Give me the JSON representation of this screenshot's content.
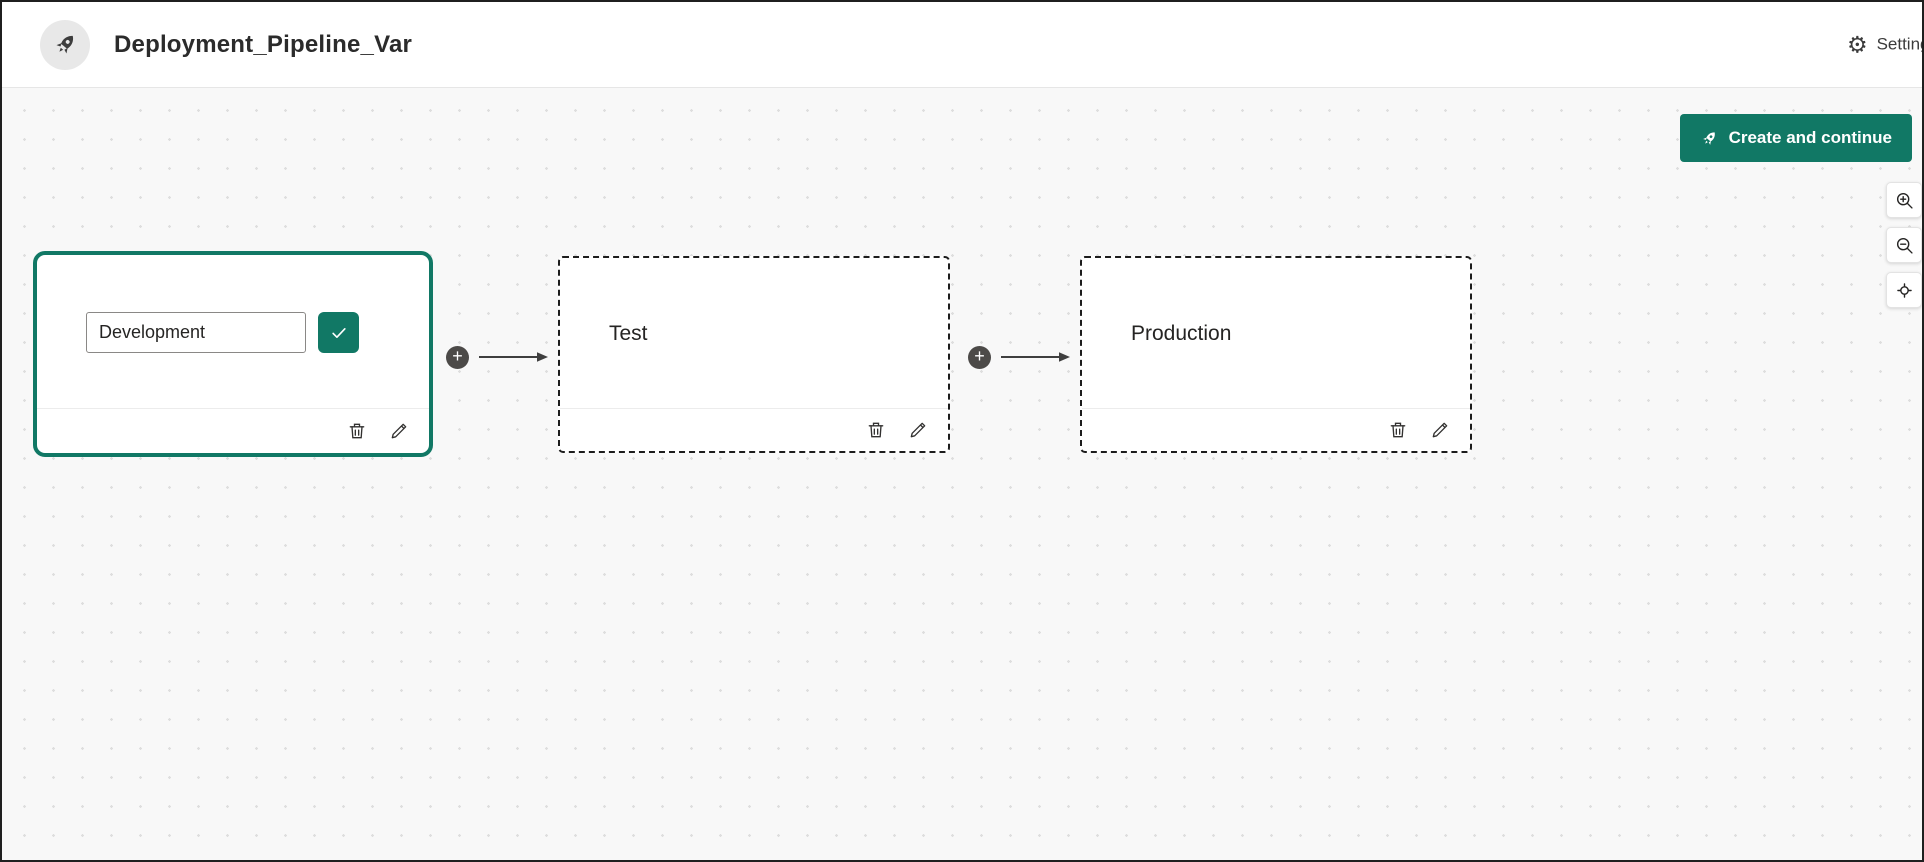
{
  "header": {
    "title": "Deployment_Pipeline_Var",
    "settings_label": "Settings"
  },
  "actions": {
    "create_button_label": "Create and continue"
  },
  "stages": [
    {
      "input_value": "Development"
    },
    {
      "name": "Test"
    },
    {
      "name": "Production"
    }
  ],
  "icons": {
    "logo": "rocket-icon",
    "settings": "gear-icon",
    "create_button": "rocket-icon",
    "zoom_in": "zoom-in-icon",
    "zoom_out": "zoom-out-icon",
    "fit": "fit-to-screen-icon",
    "add_stage": "plus-icon",
    "connector": "arrow-right-icon",
    "delete_stage": "trash-icon",
    "edit_stage": "pencil-icon",
    "confirm_name": "check-icon"
  },
  "colors": {
    "accent_teal": "#117865",
    "canvas_background": "#f8f8f8",
    "dashed_border": "#1c1c1c",
    "connector_gray": "#4c4a48"
  }
}
